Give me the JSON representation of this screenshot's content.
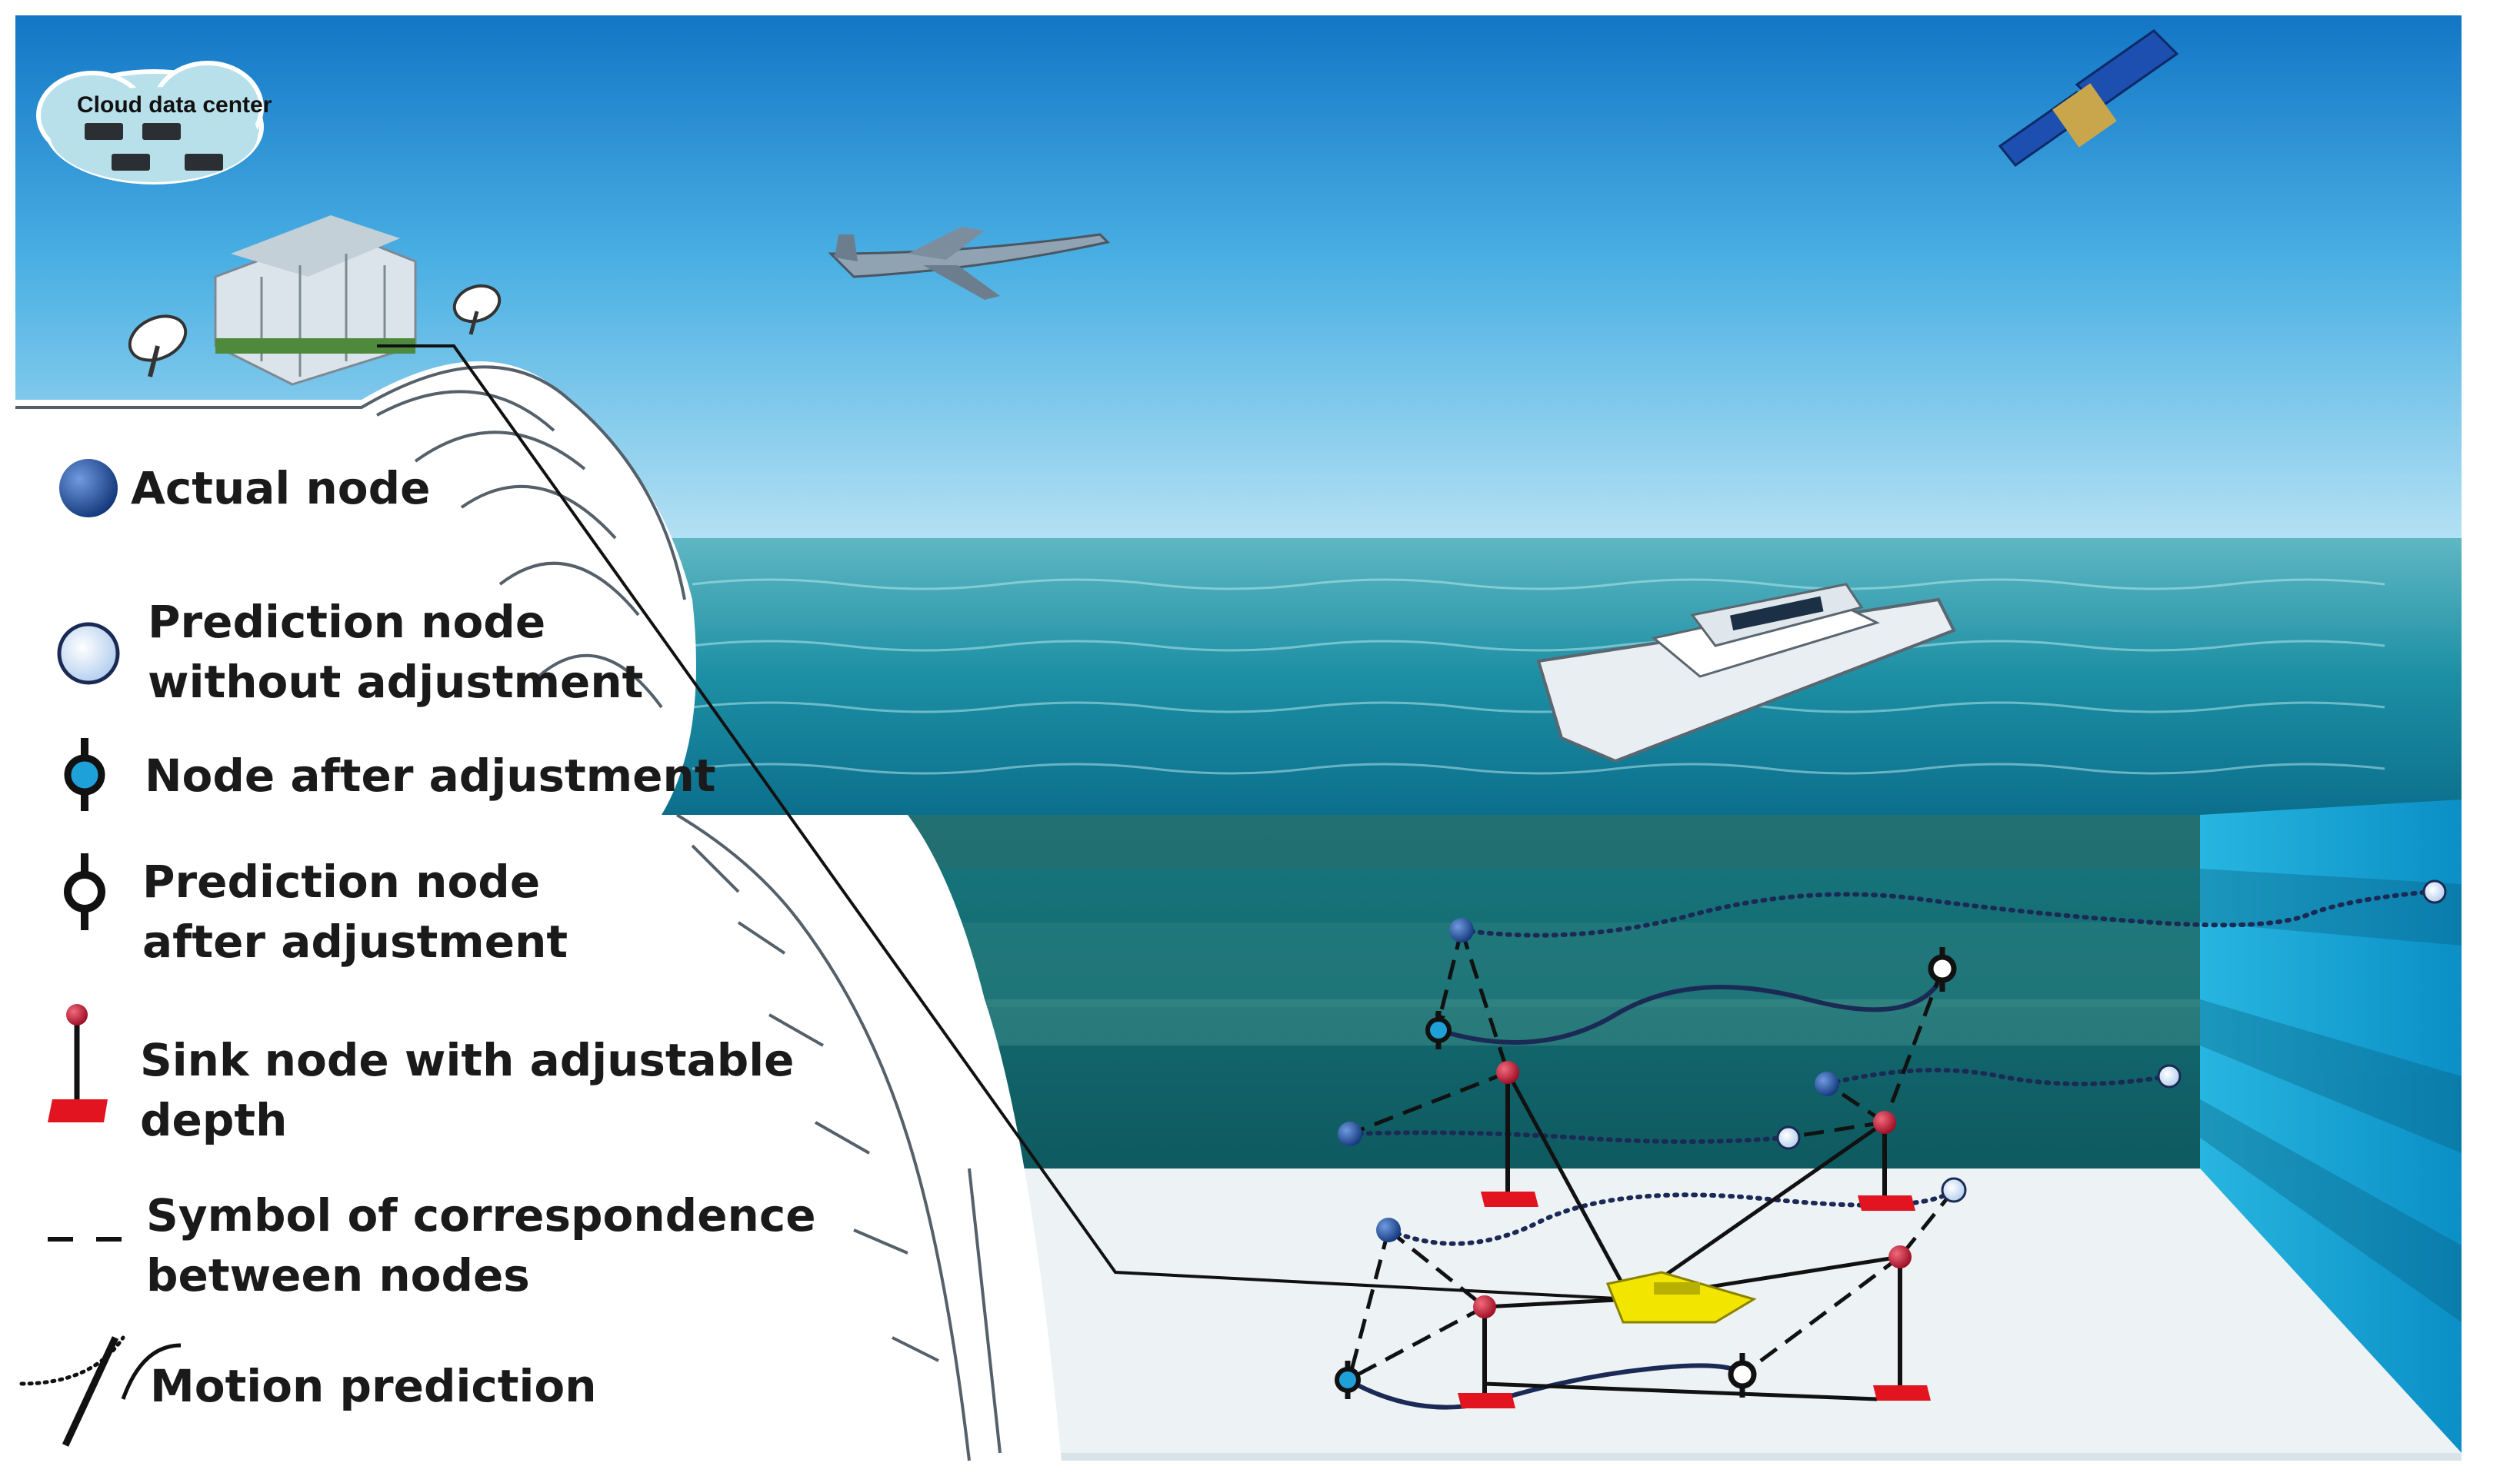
{
  "cloud": {
    "label": "Cloud data center"
  },
  "legend": {
    "actual_node": "Actual node",
    "prediction_node_without_adjustment": "Prediction node\nwithout adjustment",
    "node_after_adjustment": "Node after adjustment",
    "prediction_node_after_adjustment": "Prediction node\nafter adjustment",
    "sink_node": "Sink node with adjustable\ndepth",
    "correspondence_symbol": "Symbol of correspondence\nbetween nodes",
    "motion_prediction": "Motion prediction"
  },
  "colors": {
    "actual_node": "#1f4f9a",
    "prediction_node": "#cfe0f5",
    "adjusted_node": "#1ea0d8",
    "sink_node": "#c8102e",
    "sink_base": "#e1141f",
    "path": "#1b2a55",
    "auv": "#f2e600"
  }
}
